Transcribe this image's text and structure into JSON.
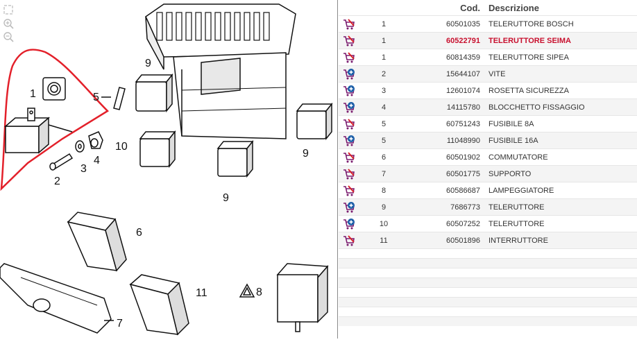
{
  "toolbar": {
    "icons": [
      "fit-icon",
      "zoom-in-icon",
      "zoom-out-icon"
    ]
  },
  "diagram": {
    "callouts": [
      "1",
      "2",
      "3",
      "4",
      "5",
      "6",
      "7",
      "8",
      "9",
      "9",
      "9",
      "10",
      "11"
    ],
    "highlight_color": "#e3202a"
  },
  "table": {
    "headers": {
      "cart": "",
      "qty": "",
      "code": "Cod.",
      "description": "Descrizione"
    },
    "rows": [
      {
        "qty": "1",
        "code": "60501035",
        "description": "TELERUTTORE BOSCH",
        "icon": "cart-remove-icon",
        "highlighted": false
      },
      {
        "qty": "1",
        "code": "60522791",
        "description": "TELERUTTORE SEIMA",
        "icon": "cart-remove-icon",
        "highlighted": true
      },
      {
        "qty": "1",
        "code": "60814359",
        "description": "TELERUTTORE SIPEA",
        "icon": "cart-remove-icon",
        "highlighted": false
      },
      {
        "qty": "2",
        "code": "15644107",
        "description": "VITE",
        "icon": "cart-add-icon",
        "highlighted": false
      },
      {
        "qty": "3",
        "code": "12601074",
        "description": "ROSETTA SICUREZZA",
        "icon": "cart-add-icon",
        "highlighted": false
      },
      {
        "qty": "4",
        "code": "14115780",
        "description": "BLOCCHETTO FISSAGGIO",
        "icon": "cart-add-icon",
        "highlighted": false
      },
      {
        "qty": "5",
        "code": "60751243",
        "description": "FUSIBILE 8A",
        "icon": "cart-remove-icon",
        "highlighted": false
      },
      {
        "qty": "5",
        "code": "11048990",
        "description": "FUSIBILE 16A",
        "icon": "cart-add-icon",
        "highlighted": false
      },
      {
        "qty": "6",
        "code": "60501902",
        "description": "COMMUTATORE",
        "icon": "cart-remove-icon",
        "highlighted": false
      },
      {
        "qty": "7",
        "code": "60501775",
        "description": "SUPPORTO",
        "icon": "cart-remove-icon",
        "highlighted": false
      },
      {
        "qty": "8",
        "code": "60586687",
        "description": "LAMPEGGIATORE",
        "icon": "cart-remove-icon",
        "highlighted": false
      },
      {
        "qty": "9",
        "code": "7686773",
        "description": "TELERUTTORE",
        "icon": "cart-add-icon",
        "highlighted": false
      },
      {
        "qty": "10",
        "code": "60507252",
        "description": "TELERUTTORE",
        "icon": "cart-add-icon",
        "highlighted": false
      },
      {
        "qty": "11",
        "code": "60501896",
        "description": "INTERRUTTORE",
        "icon": "cart-remove-icon",
        "highlighted": false
      }
    ],
    "empty_rows": 8,
    "colors": {
      "highlight": "#c8102e",
      "cart": "#7a1a6e",
      "add": "#1d5fa8",
      "remove": "#d8202a"
    }
  }
}
